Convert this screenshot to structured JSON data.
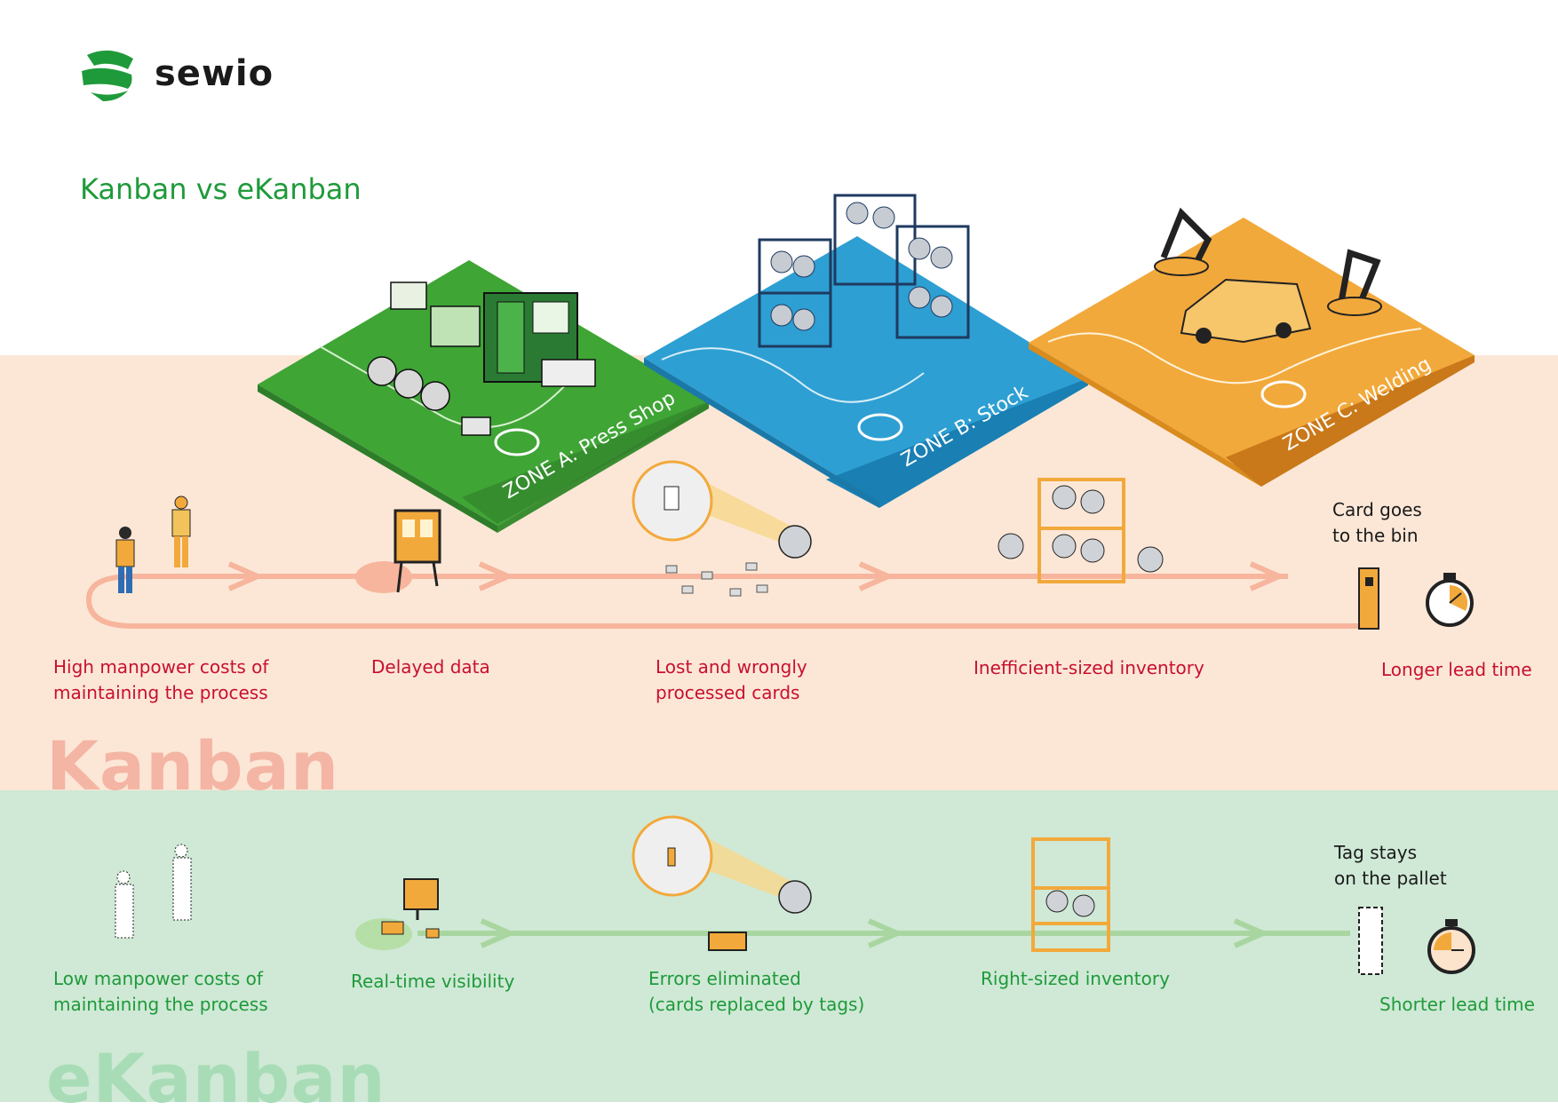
{
  "brand": {
    "name": "sewio"
  },
  "title": "Kanban vs eKanban",
  "zones": [
    {
      "label": "ZONE A: Press Shop",
      "color": "#3fa535"
    },
    {
      "label": "ZONE B: Stock",
      "color": "#2e9fd3"
    },
    {
      "label": "ZONE C: Welding",
      "color": "#f2a93b"
    }
  ],
  "kanban": {
    "watermark": "Kanban",
    "note": "Card goes\nto the bin",
    "items": [
      {
        "label": "High manpower costs of\nmaintaining the process"
      },
      {
        "label": "Delayed data"
      },
      {
        "label": "Lost and wrongly\nprocessed cards"
      },
      {
        "label": "Inefficient-sized inventory"
      },
      {
        "label": "Longer lead time"
      }
    ]
  },
  "ekanban": {
    "watermark": "eKanban",
    "note": "Tag stays\non the pallet",
    "items": [
      {
        "label": "Low manpower costs of\nmaintaining the process"
      },
      {
        "label": "Real-time visibility"
      },
      {
        "label": "Errors eliminated\n(cards replaced by tags)"
      },
      {
        "label": "Right-sized inventory"
      },
      {
        "label": "Shorter lead time"
      }
    ]
  },
  "colors": {
    "kanban_bg": "#fce7d7",
    "ekanban_bg": "#cfe9d6",
    "kanban_flow": "#f6b59c",
    "ekanban_flow": "#a9d6a0",
    "accent_green": "#1f9a3a",
    "accent_red": "#c8102e",
    "accent_orange": "#f2a93b"
  }
}
